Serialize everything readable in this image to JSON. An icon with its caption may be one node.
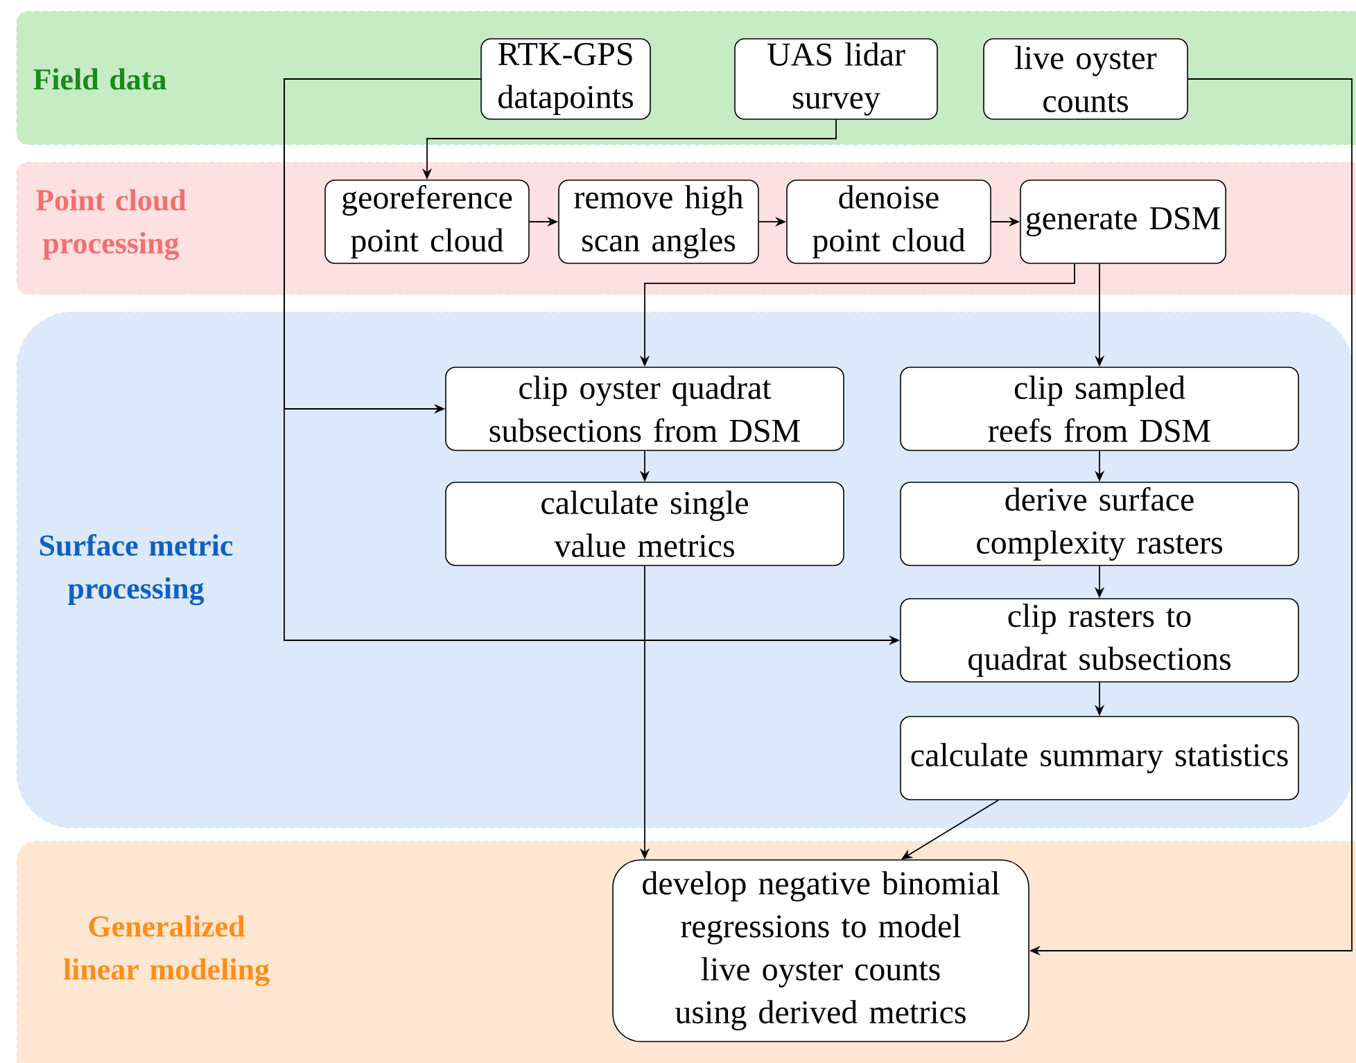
{
  "diagram": {
    "nodes": [
      {
        "text": [
          "Field data"
        ]
      },
      {
        "text": [
          "RTK-GPS datapoints"
        ],
        "in": 0
      },
      {
        "text": [
          "UAS lidar survey"
        ],
        "in": 0
      },
      {
        "text": [
          "live oyster counts"
        ],
        "in": 0
      },
      {
        "text": [
          "Point cloud processing"
        ]
      },
      {
        "text": [
          "georeference point cloud"
        ],
        "in": 4
      },
      {
        "text": [
          "remove high scan angles"
        ],
        "in": 4
      },
      {
        "text": [
          "denoise point cloud"
        ],
        "in": 4
      },
      {
        "text": [
          "generate DSM"
        ],
        "in": 4
      },
      {
        "text": [
          "Surface metric processing"
        ]
      },
      {
        "text": [
          "clip oyster quadrat subsections from DSM"
        ],
        "in": 9
      },
      {
        "text": [
          "calculate single value metrics"
        ],
        "in": 9
      },
      {
        "text": [
          "clip sampled reefs from DSM"
        ],
        "in": 9
      },
      {
        "text": [
          "derive surface complexity rasters"
        ],
        "in": 9
      },
      {
        "text": [
          "clip rasters to quadrat subsections"
        ],
        "in": 9
      },
      {
        "text": [
          "calculate summary statistics"
        ],
        "in": 9
      },
      {
        "text": [
          "Generalized linear modeling"
        ]
      },
      {
        "text": [
          "develop negative binomial regressions to model live oyster counts using derived metrics"
        ],
        "in": 16
      }
    ],
    "edges": [
      {
        "from": 2,
        "to": 5,
        "arrow": "to"
      },
      {
        "from": 5,
        "to": 6,
        "arrow": "to"
      },
      {
        "from": 6,
        "to": 7,
        "arrow": "to"
      },
      {
        "from": 7,
        "to": 8,
        "arrow": "to"
      },
      {
        "from": 8,
        "to": 10,
        "arrow": "to"
      },
      {
        "from": 8,
        "to": 12,
        "arrow": "to"
      },
      {
        "from": 1,
        "to": 10,
        "arrow": "to"
      },
      {
        "from": 1,
        "to": 14,
        "arrow": "to"
      },
      {
        "from": 10,
        "to": 11,
        "arrow": "to"
      },
      {
        "from": 12,
        "to": 13,
        "arrow": "to"
      },
      {
        "from": 13,
        "to": 14,
        "arrow": "to"
      },
      {
        "from": 14,
        "to": 15,
        "arrow": "to"
      },
      {
        "from": 11,
        "to": 17,
        "arrow": "to"
      },
      {
        "from": 15,
        "to": 17,
        "arrow": "to"
      },
      {
        "from": 3,
        "to": 17,
        "arrow": "to"
      }
    ]
  }
}
